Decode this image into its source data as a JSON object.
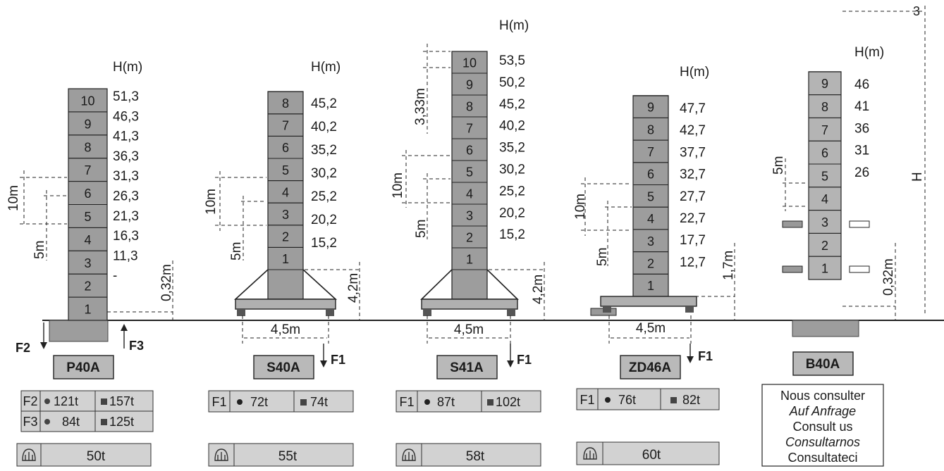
{
  "header_unit": "H(m)",
  "dims": {
    "d10m": "10m",
    "d5m": "5m",
    "d333m": "3,33m",
    "d032m": "0,32m",
    "d42m": "4,2m",
    "d17m": "1,7m",
    "d45m": "4,5m",
    "H": "H",
    "top_mark": "3"
  },
  "forces": {
    "F1": "F1",
    "F2": "F2",
    "F3": "F3"
  },
  "towers": [
    {
      "code": "P40A",
      "segments": [
        "1",
        "2",
        "3",
        "4",
        "5",
        "6",
        "7",
        "8",
        "9",
        "10"
      ],
      "heights": [
        "51,3",
        "46,3",
        "41,3",
        "36,3",
        "31,3",
        "26,3",
        "21,3",
        "16,3",
        "11,3",
        "-"
      ]
    },
    {
      "code": "S40A",
      "segments": [
        "1",
        "2",
        "3",
        "4",
        "5",
        "6",
        "7",
        "8"
      ],
      "heights": [
        "45,2",
        "40,2",
        "35,2",
        "30,2",
        "25,2",
        "20,2",
        "15,2"
      ]
    },
    {
      "code": "S41A",
      "segments": [
        "1",
        "2",
        "3",
        "4",
        "5",
        "6",
        "7",
        "8",
        "9",
        "10"
      ],
      "heights": [
        "53,5",
        "50,2",
        "45,2",
        "40,2",
        "35,2",
        "30,2",
        "25,2",
        "20,2",
        "15,2"
      ]
    },
    {
      "code": "ZD46A",
      "segments": [
        "1",
        "2",
        "3",
        "4",
        "5",
        "6",
        "7",
        "8",
        "9"
      ],
      "heights": [
        "47,7",
        "42,7",
        "37,7",
        "32,7",
        "27,7",
        "22,7",
        "17,7",
        "12,7"
      ]
    },
    {
      "code": "B40A",
      "segments": [
        "1",
        "2",
        "3",
        "4",
        "5",
        "6",
        "7",
        "8",
        "9"
      ],
      "heights": [
        "46",
        "41",
        "36",
        "31",
        "26"
      ]
    }
  ],
  "loads": {
    "p40a": [
      {
        "force": "F2",
        "circle": "121t",
        "square": "157t"
      },
      {
        "force": "F3",
        "circle": "84t",
        "square": "125t"
      }
    ],
    "s40a": {
      "force": "F1",
      "circle": "72t",
      "square": "74t"
    },
    "s41a": {
      "force": "F1",
      "circle": "87t",
      "square": "102t"
    },
    "zd46a": {
      "force": "F1",
      "circle": "76t",
      "square": "82t"
    }
  },
  "weights": [
    "50t",
    "55t",
    "58t",
    "60t"
  ],
  "consult": [
    "Nous consulter",
    "Auf Anfrage",
    "Consult us",
    "Consultarnos",
    "Consultateci"
  ],
  "icons": {
    "circle": "circle-bullet-icon",
    "square": "square-bullet-icon",
    "weight": "ballast-weight-icon"
  }
}
